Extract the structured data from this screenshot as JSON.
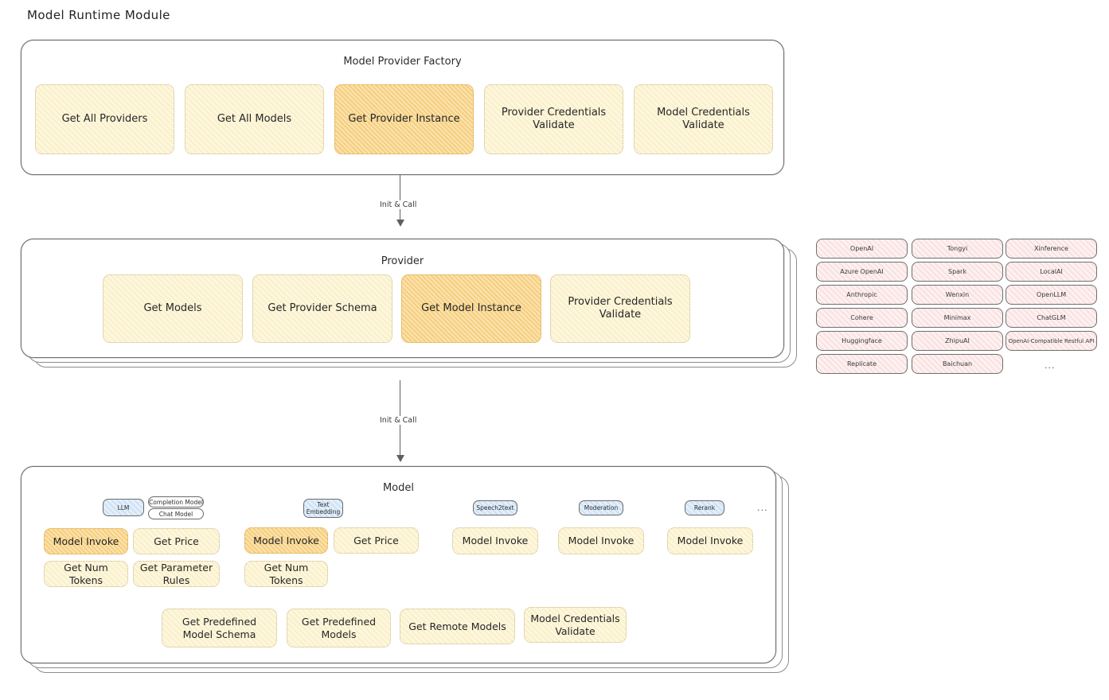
{
  "title": "Model Runtime Module",
  "sections": {
    "factory": {
      "title": "Model Provider Factory",
      "cells": [
        {
          "label": "Get All Providers",
          "highlight": false
        },
        {
          "label": "Get All Models",
          "highlight": false
        },
        {
          "label": "Get Provider Instance",
          "highlight": true
        },
        {
          "label": "Provider Credentials Validate",
          "highlight": false
        },
        {
          "label": "Model Credentials Validate",
          "highlight": false
        }
      ]
    },
    "provider": {
      "title": "Provider",
      "cells": [
        {
          "label": "Get Models",
          "highlight": false
        },
        {
          "label": "Get Provider Schema",
          "highlight": false
        },
        {
          "label": "Get Model Instance",
          "highlight": true
        },
        {
          "label": "Provider Credentials Validate",
          "highlight": false
        }
      ]
    },
    "model": {
      "title": "Model",
      "type_chips": [
        {
          "label": "LLM",
          "style": "blue"
        },
        {
          "label": "Completion Model",
          "style": "plain"
        },
        {
          "label": "Chat Model",
          "style": "plain"
        },
        {
          "label": "Text Embedding",
          "style": "blue"
        },
        {
          "label": "Speech2text",
          "style": "blue"
        },
        {
          "label": "Moderation",
          "style": "blue"
        },
        {
          "label": "Rerank",
          "style": "blue"
        }
      ],
      "ellipsis": "...",
      "columns": [
        {
          "name": "llm",
          "cells": [
            {
              "label": "Model Invoke",
              "highlight": true
            },
            {
              "label": "Get Price",
              "highlight": false
            },
            {
              "label": "Get Num Tokens",
              "highlight": false
            },
            {
              "label": "Get Parameter Rules",
              "highlight": false
            }
          ]
        },
        {
          "name": "text-embedding",
          "cells": [
            {
              "label": "Model Invoke",
              "highlight": true
            },
            {
              "label": "Get Price",
              "highlight": false
            },
            {
              "label": "Get Num Tokens",
              "highlight": false
            }
          ]
        },
        {
          "name": "speech2text",
          "cells": [
            {
              "label": "Model Invoke",
              "highlight": false
            }
          ]
        },
        {
          "name": "moderation",
          "cells": [
            {
              "label": "Model Invoke",
              "highlight": false
            }
          ]
        },
        {
          "name": "rerank",
          "cells": [
            {
              "label": "Model Invoke",
              "highlight": false
            }
          ]
        }
      ],
      "common_cells": [
        {
          "label": "Get Predefined Model Schema"
        },
        {
          "label": "Get Predefined Models"
        },
        {
          "label": "Get Remote Models"
        },
        {
          "label": "Model Credentials Validate"
        }
      ]
    }
  },
  "arrows": [
    {
      "label": "Init & Call"
    },
    {
      "label": "Init & Call"
    }
  ],
  "provider_list": {
    "columns": [
      [
        "OpenAI",
        "Azure OpenAI",
        "Anthropic",
        "Cohere",
        "Huggingface",
        "Replicate"
      ],
      [
        "Tongyi",
        "Spark",
        "Wenxin",
        "Minimax",
        "ZhipuAI",
        "Baichuan"
      ],
      [
        "Xinference",
        "LocalAI",
        "OpenLLM",
        "ChatGLM",
        "OpenAI-Compatible Restful API"
      ]
    ],
    "ellipsis": "..."
  },
  "colors": {
    "cell_fill": "#fdf7e0",
    "cell_highlight_fill": "#fbe3b0",
    "provider_chip_fill": "#fdf1f1",
    "type_chip_fill": "#e3effa",
    "stroke": "#6f6f6f"
  }
}
